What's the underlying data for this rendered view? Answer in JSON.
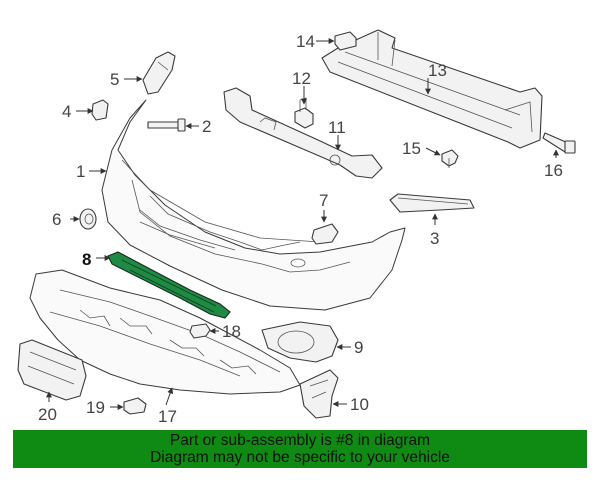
{
  "highlight_color": "#0f8a12",
  "highlighted_part_color": "#1f8a43",
  "callouts": {
    "c1": "1",
    "c2": "2",
    "c3": "3",
    "c4": "4",
    "c5": "5",
    "c6": "6",
    "c7": "7",
    "c8": "8",
    "c9": "9",
    "c10": "10",
    "c11": "11",
    "c12": "12",
    "c13": "13",
    "c14": "14",
    "c15": "15",
    "c16": "16",
    "c17": "17",
    "c18": "18",
    "c19": "19",
    "c20": "20"
  },
  "banner": {
    "line1": "Part or sub-assembly is #8 in diagram",
    "line2": "Diagram may not be specific to your vehicle"
  }
}
